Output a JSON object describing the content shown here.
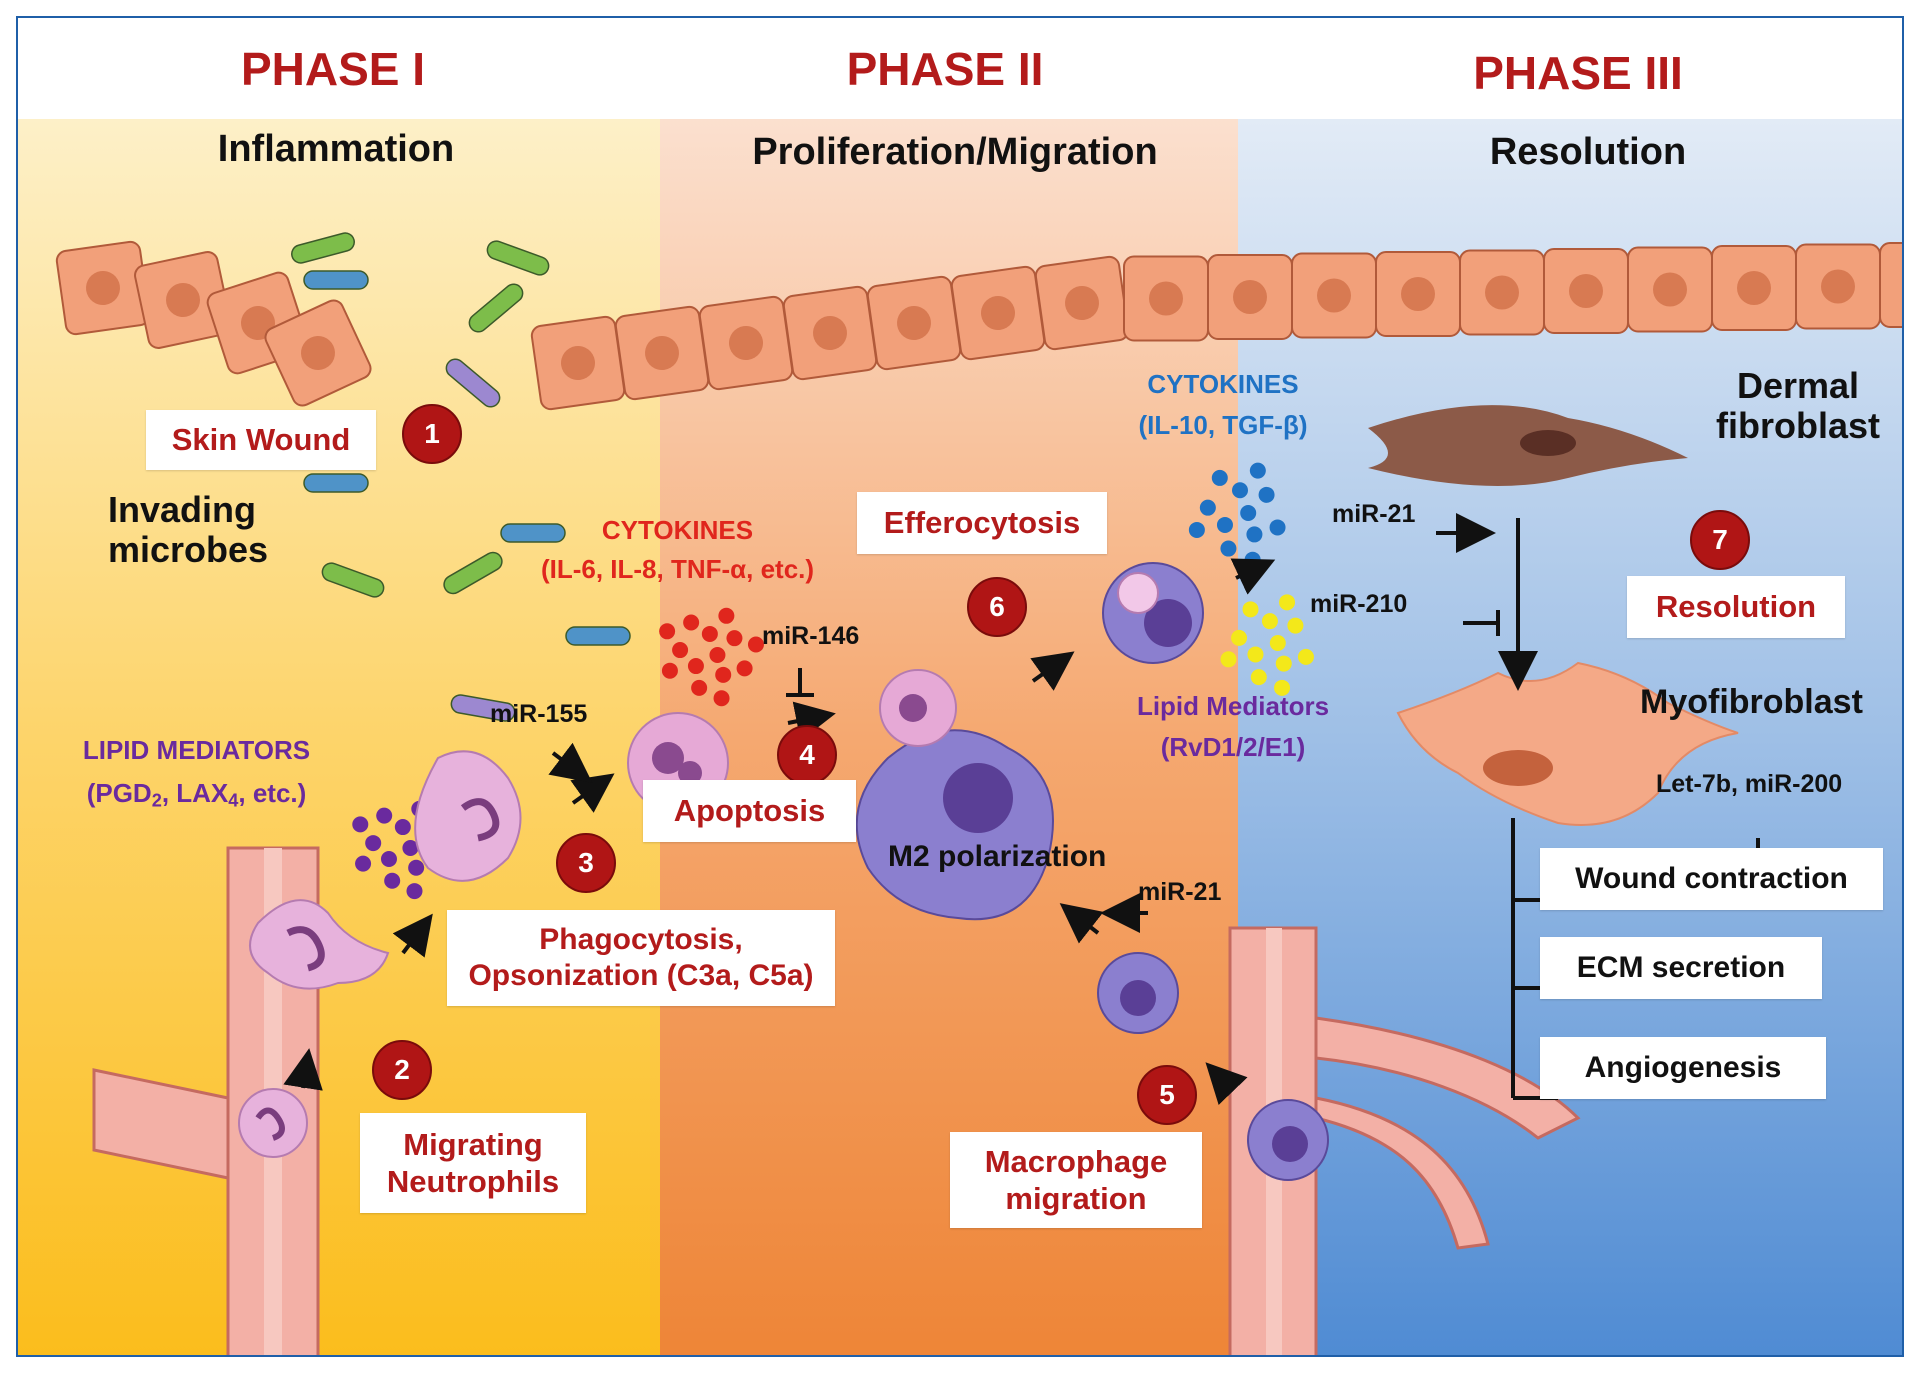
{
  "phases": [
    {
      "title": "PHASE I",
      "subtitle": "Inflammation"
    },
    {
      "title": "PHASE II",
      "subtitle": "Proliferation/Migration"
    },
    {
      "title": "PHASE III",
      "subtitle": "Resolution"
    }
  ],
  "steps": [
    "1",
    "2",
    "3",
    "4",
    "5",
    "6",
    "7"
  ],
  "labels": {
    "skin_wound": "Skin Wound",
    "invading_line1": "Invading",
    "invading_line2": "microbes",
    "lipid_mediators_title": "LIPID MEDIATORS",
    "lipid_pgd": "(PGD",
    "lipid_pgd_sub": "2",
    "lipid_lax": ", LAX",
    "lipid_lax_sub": "4",
    "lipid_etc": ", etc.)",
    "phago_line1": "Phagocytosis,",
    "phago_line2": "Opsonization (C3a, C5a)",
    "migrating_line1": "Migrating",
    "migrating_line2": "Neutrophils",
    "cytokines_red_title": "CYTOKINES",
    "cytokines_red_list": "(IL-6, IL-8, TNF-α, etc.)",
    "mir155": "miR-155",
    "mir146": "miR-146",
    "apoptosis": "Apoptosis",
    "efferocytosis": "Efferocytosis",
    "m2_polarization": "M2 polarization",
    "mir21_m2": "miR-21",
    "macro_line1": "Macrophage",
    "macro_line2": "migration",
    "cytokines_blue_title": "CYTOKINES",
    "cytokines_blue_list": "(IL-10, TGF-β)",
    "lipid_mediators_2_title": "Lipid Mediators",
    "lipid_mediators_2_list": "(RvD1/2/E1)",
    "dermal_line1": "Dermal",
    "dermal_line2": "fibroblast",
    "mir21_fib": "miR-21",
    "mir210": "miR-210",
    "resolution": "Resolution",
    "myofibroblast": "Myofibroblast",
    "let7b": "Let-7b, miR-200",
    "wound_contraction": "Wound contraction",
    "ecm_secretion": "ECM secretion",
    "angiogenesis": "Angiogenesis"
  },
  "colors": {
    "phase_title": "#b31b1b",
    "phase1_bg": "#fdc52c",
    "phase2_bg": "#f08a3e",
    "phase3_bg": "#4a8ad6",
    "step_badge": "#b01515"
  }
}
